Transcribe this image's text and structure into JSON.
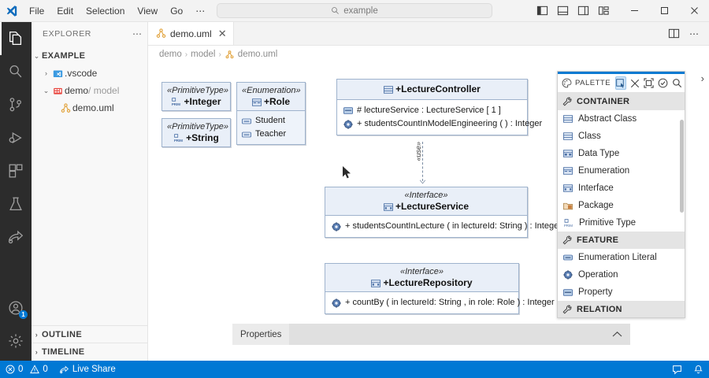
{
  "titlebar": {
    "menus": [
      "File",
      "Edit",
      "Selection",
      "View",
      "Go",
      "⋯"
    ],
    "back_icon": "arrow-left-icon",
    "forward_icon": "arrow-right-icon",
    "command_center": {
      "icon": "search-icon",
      "text": "example"
    },
    "layout_icons": [
      "toggle-primary-sidebar-icon",
      "toggle-panel-icon",
      "toggle-secondary-sidebar-icon",
      "customize-layout-icon"
    ],
    "window_buttons": [
      "minimize",
      "maximize",
      "close"
    ]
  },
  "activitybar": {
    "items": [
      {
        "name": "explorer",
        "icon": "files-icon",
        "active": true
      },
      {
        "name": "search",
        "icon": "search-icon",
        "active": false
      },
      {
        "name": "source-control",
        "icon": "source-control-icon",
        "active": false
      },
      {
        "name": "run-and-debug",
        "icon": "run-debug-icon",
        "active": false
      },
      {
        "name": "extensions",
        "icon": "extensions-icon",
        "active": false
      },
      {
        "name": "testing",
        "icon": "beaker-icon",
        "active": false
      },
      {
        "name": "live-share",
        "icon": "live-share-icon",
        "active": false
      }
    ],
    "bottom": [
      {
        "name": "accounts",
        "icon": "account-icon",
        "badge": "1"
      },
      {
        "name": "manage",
        "icon": "gear-icon",
        "badge": ""
      }
    ]
  },
  "sidebar": {
    "title": "EXPLORER",
    "more_icon": "ellipsis-icon",
    "tree": [
      {
        "label": "EXAMPLE",
        "chevron": "⌄",
        "icon": "",
        "depth": 0,
        "bold": true
      },
      {
        "label": ".vscode",
        "chevron": "›",
        "icon": "folder-vscode-icon",
        "depth": 1,
        "bold": false
      },
      {
        "label": "demo",
        "suffix": " / model",
        "chevron": "⌄",
        "icon": "folder-model-icon",
        "depth": 1,
        "bold": false
      },
      {
        "label": "demo.uml",
        "chevron": "",
        "icon": "uml-file-icon",
        "depth": 2,
        "bold": false
      }
    ],
    "sections": [
      {
        "label": "OUTLINE",
        "chevron": "›"
      },
      {
        "label": "TIMELINE",
        "chevron": "›"
      }
    ]
  },
  "editor": {
    "tab": {
      "label": "demo.uml",
      "icon": "uml-file-icon",
      "close": "✕"
    },
    "tab_actions": [
      "split-editor-icon",
      "more-actions-icon"
    ],
    "breadcrumb": [
      "demo",
      "model",
      "demo.uml"
    ],
    "breadcrumb_icon": "uml-file-icon"
  },
  "diagram": {
    "nodes": [
      {
        "id": "integer",
        "stereotype": "«PrimitiveType»",
        "name": "+Integer",
        "icon": "primitive-type-icon",
        "members": []
      },
      {
        "id": "string",
        "stereotype": "«PrimitiveType»",
        "name": "+String",
        "icon": "primitive-type-icon",
        "members": []
      },
      {
        "id": "role",
        "stereotype": "«Enumeration»",
        "name": "+Role",
        "icon": "enumeration-icon",
        "members": [
          {
            "icon": "enumeration-literal-icon",
            "text": "Student"
          },
          {
            "icon": "enumeration-literal-icon",
            "text": "Teacher"
          }
        ]
      },
      {
        "id": "lecture-controller",
        "stereotype": "",
        "name": "+LectureController",
        "icon": "class-icon",
        "members": [
          {
            "icon": "property-icon",
            "text": "# lectureService : LectureService [ 1 ]"
          },
          {
            "icon": "operation-icon",
            "text": "+ studentsCountInModelEngineering ( ) : Integer"
          }
        ]
      },
      {
        "id": "lecture-service",
        "stereotype": "«Interface»",
        "name": "+LectureService",
        "icon": "interface-icon",
        "members": [
          {
            "icon": "operation-icon",
            "text": "+ studentsCountInLecture  ( in lectureId: String ) : Integer"
          }
        ]
      },
      {
        "id": "lecture-repository",
        "stereotype": "«Interface»",
        "name": "+LectureRepository",
        "icon": "interface-icon",
        "members": [
          {
            "icon": "operation-icon",
            "text": "+ countBy  ( in lectureId: String , in role: Role ) : Integer"
          }
        ]
      }
    ],
    "edges": [
      {
        "from": "lecture-controller",
        "to": "lecture-service",
        "label": "«use»",
        "style": "dashed"
      }
    ],
    "cursor": "mouse-pointer"
  },
  "palette": {
    "title": "PALETTE",
    "icon": "palette-icon",
    "tools": [
      {
        "name": "select-tool",
        "icon": "pointer-icon",
        "selected": true
      },
      {
        "name": "delete-tool",
        "icon": "close-icon",
        "selected": false
      },
      {
        "name": "fit-to-screen-tool",
        "icon": "fit-screen-icon",
        "selected": false
      },
      {
        "name": "validate-tool",
        "icon": "check-circle-icon",
        "selected": false
      },
      {
        "name": "search-tool",
        "icon": "search-icon",
        "selected": false
      }
    ],
    "expand_icon": "›",
    "groups": [
      {
        "label": "CONTAINER",
        "icon": "wrench-icon",
        "items": [
          {
            "label": "Abstract Class",
            "icon": "abstract-class-icon"
          },
          {
            "label": "Class",
            "icon": "class-icon"
          },
          {
            "label": "Data Type",
            "icon": "data-type-icon"
          },
          {
            "label": "Enumeration",
            "icon": "enumeration-icon"
          },
          {
            "label": "Interface",
            "icon": "interface-icon"
          },
          {
            "label": "Package",
            "icon": "package-icon"
          },
          {
            "label": "Primitive Type",
            "icon": "primitive-type-icon"
          }
        ]
      },
      {
        "label": "FEATURE",
        "icon": "wrench-icon",
        "items": [
          {
            "label": "Enumeration Literal",
            "icon": "enumeration-literal-icon"
          },
          {
            "label": "Operation",
            "icon": "operation-icon"
          },
          {
            "label": "Property",
            "icon": "property-icon"
          }
        ]
      },
      {
        "label": "RELATION",
        "icon": "wrench-icon",
        "items": []
      }
    ]
  },
  "properties": {
    "label": "Properties",
    "collapse_icon": "chevron-up-icon"
  },
  "statusbar": {
    "errors_icon": "error-icon",
    "errors": "0",
    "warnings_icon": "warning-icon",
    "warnings": "0",
    "live_share_icon": "live-share-icon",
    "live_share": "Live Share",
    "right_icons": [
      "feedback-icon",
      "bell-icon"
    ]
  },
  "colors": {
    "accent": "#0078d4",
    "activitybar_bg": "#2c2c2c",
    "sidebar_bg": "#f8f8f8",
    "node_header_bg": "#e9eff8",
    "node_border": "#9fb3cd"
  }
}
